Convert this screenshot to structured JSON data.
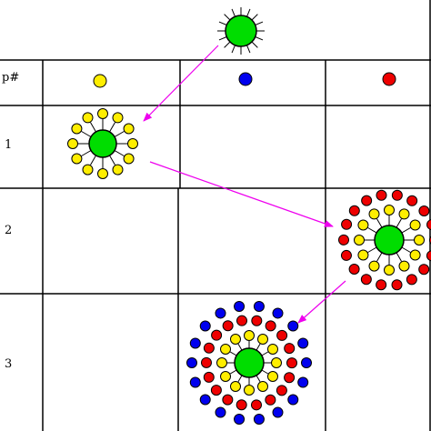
{
  "table": {
    "header_label": "p#",
    "steps": [
      "1",
      "2",
      "3"
    ],
    "columns": [
      {
        "marker": "yellow-dot",
        "color": "#ffee00"
      },
      {
        "marker": "blue-dot",
        "color": "#0000ee"
      },
      {
        "marker": "red-dot",
        "color": "#ee0000"
      }
    ]
  },
  "colors": {
    "core": "#00dd00",
    "yellow": "#ffee00",
    "blue": "#0000ee",
    "red": "#ee0000",
    "arrow": "#ee00ee",
    "grid": "#000000"
  },
  "clusters": [
    {
      "name": "seed-sun",
      "rings": []
    },
    {
      "name": "cluster-step-1",
      "rings": [
        {
          "color": "yellow",
          "count": 12
        }
      ]
    },
    {
      "name": "cluster-step-2",
      "rings": [
        {
          "color": "yellow",
          "count": 12
        },
        {
          "color": "red",
          "count": 18
        }
      ]
    },
    {
      "name": "cluster-step-3",
      "rings": [
        {
          "color": "yellow",
          "count": 12
        },
        {
          "color": "red",
          "count": 18
        },
        {
          "color": "blue",
          "count": 18
        }
      ]
    }
  ],
  "arrows": [
    "sun-to-step-1",
    "step-1-to-step-2",
    "step-2-to-step-3"
  ]
}
